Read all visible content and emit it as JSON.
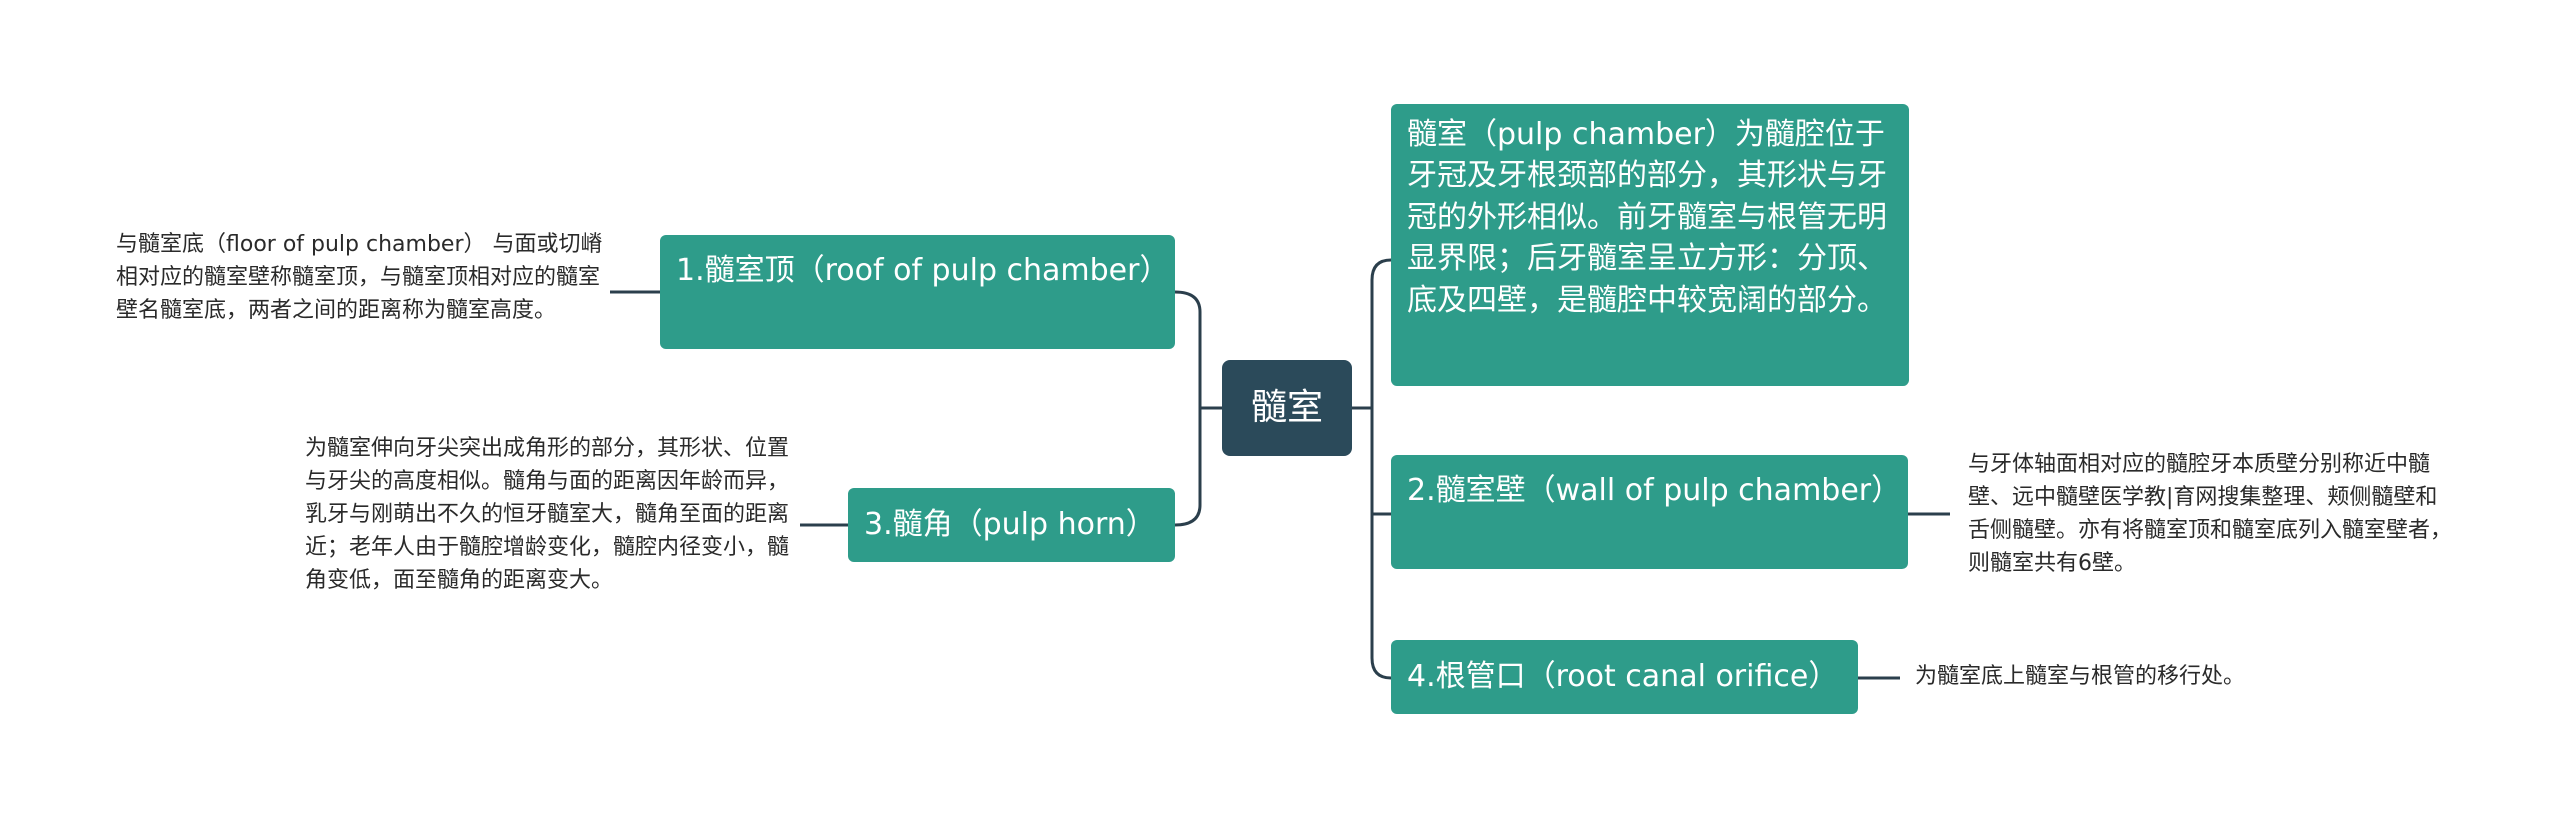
{
  "colors": {
    "root_bg": "#2b4a5a",
    "topic_bg": "#2e9c8a",
    "topic_text": "#ffffff",
    "note_text": "#2a2a2a",
    "line": "#2b3f4c"
  },
  "root": {
    "label": "髓室"
  },
  "right_top": {
    "label": "髓室（pulp chamber）为髓腔位于牙冠及牙根颈部的部分，其形状与牙冠的外形相似。前牙髓室与根管无明显界限；后牙髓室呈立方形：分顶、底及四壁，是髓腔中较宽阔的部分。"
  },
  "right_wall": {
    "label": "2.髓室壁（wall of pulp chamber）",
    "note": "与牙体轴面相对应的髓腔牙本质壁分别称近中髓壁、远中髓壁医学教|育网搜集整理、颊侧髓壁和舌侧髓壁。亦有将髓室顶和髓室底列入髓室壁者，则髓室共有6壁。"
  },
  "right_orifice": {
    "label": "4.根管口（root canal orifice）",
    "note": "为髓室底上髓室与根管的移行处。"
  },
  "left_roof": {
    "label": "1.髓室顶（roof of pulp chamber）",
    "note": "与髓室底（floor of pulp chamber） 与面或切嵴相对应的髓室壁称髓室顶，与髓室顶相对应的髓室壁名髓室底，两者之间的距离称为髓室高度。"
  },
  "left_horn": {
    "label": "3.髓角（pulp horn）",
    "note": "为髓室伸向牙尖突出成角形的部分，其形状、位置与牙尖的高度相似。髓角与面的距离因年龄而异，乳牙与刚萌出不久的恒牙髓室大，髓角至面的距离近；老年人由于髓腔增龄变化，髓腔内径变小，髓角变低，面至髓角的距离变大。"
  }
}
